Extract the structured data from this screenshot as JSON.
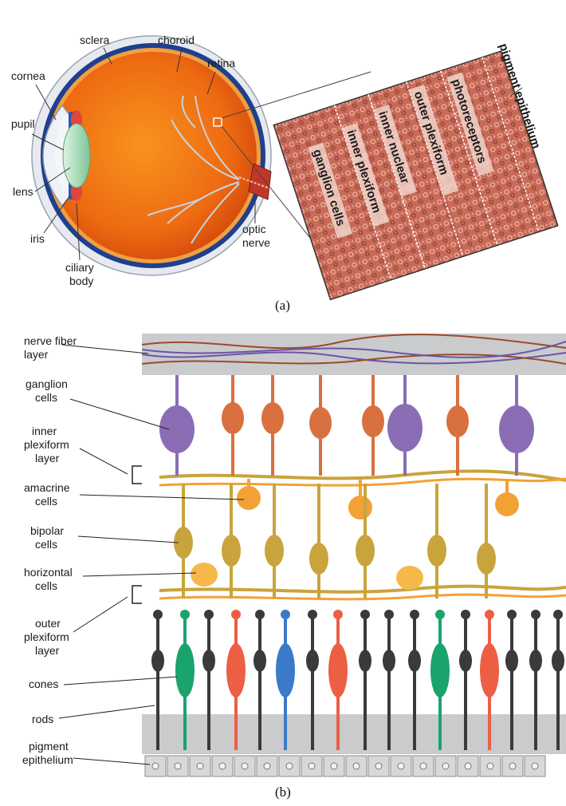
{
  "panel_a": {
    "caption": "(a)",
    "labels": {
      "cornea": "cornea",
      "sclera": "sclera",
      "choroid": "choroid",
      "retina": "retina",
      "pupil": "pupil",
      "lens": "lens",
      "iris": "iris",
      "ciliary_body_1": "ciliary",
      "ciliary_body_2": "body",
      "optic_nerve_1": "optic",
      "optic_nerve_2": "nerve",
      "pigment_epithelium": "pigment epithelium"
    },
    "bands": {
      "ganglion": "ganglion cells",
      "inner_plexiform": "inner plexiform",
      "inner_nuclear": "inner nuclear",
      "outer_plexiform": "outer plexiform",
      "photoreceptors": "photoreceptors"
    },
    "colors": {
      "eye_orange": "#ee6a12",
      "sclera": "#e6eaf0",
      "choroid": "#1f3f8f",
      "lens": "#9fd6b0",
      "micrograph": "#c96a58"
    }
  },
  "panel_b": {
    "caption": "(b)",
    "labels": {
      "nerve_fiber_1": "nerve fiber",
      "nerve_fiber_2": "layer",
      "ganglion_1": "ganglion",
      "ganglion_2": "cells",
      "inner_plex_1": "inner",
      "inner_plex_2": "plexiform",
      "inner_plex_3": "layer",
      "amacrine_1": "amacrine",
      "amacrine_2": "cells",
      "bipolar_1": "bipolar",
      "bipolar_2": "cells",
      "horizontal_1": "horizontal",
      "horizontal_2": "cells",
      "outer_plex_1": "outer",
      "outer_plex_2": "plexiform",
      "outer_plex_3": "layer",
      "cones": "cones",
      "rods": "rods",
      "pigment_1": "pigment",
      "pigment_2": "epithelium"
    },
    "colors": {
      "ganglion_purple": "#8a6db5",
      "ganglion_orange": "#d9703f",
      "bipolar": "#c9a43c",
      "amacrine": "#f2a235",
      "rod": "#3a3a3a",
      "cone_green": "#1aa36b",
      "cone_red": "#ec5f45",
      "cone_blue": "#3b7ac8",
      "band_gray": "#c9cbcd"
    }
  }
}
